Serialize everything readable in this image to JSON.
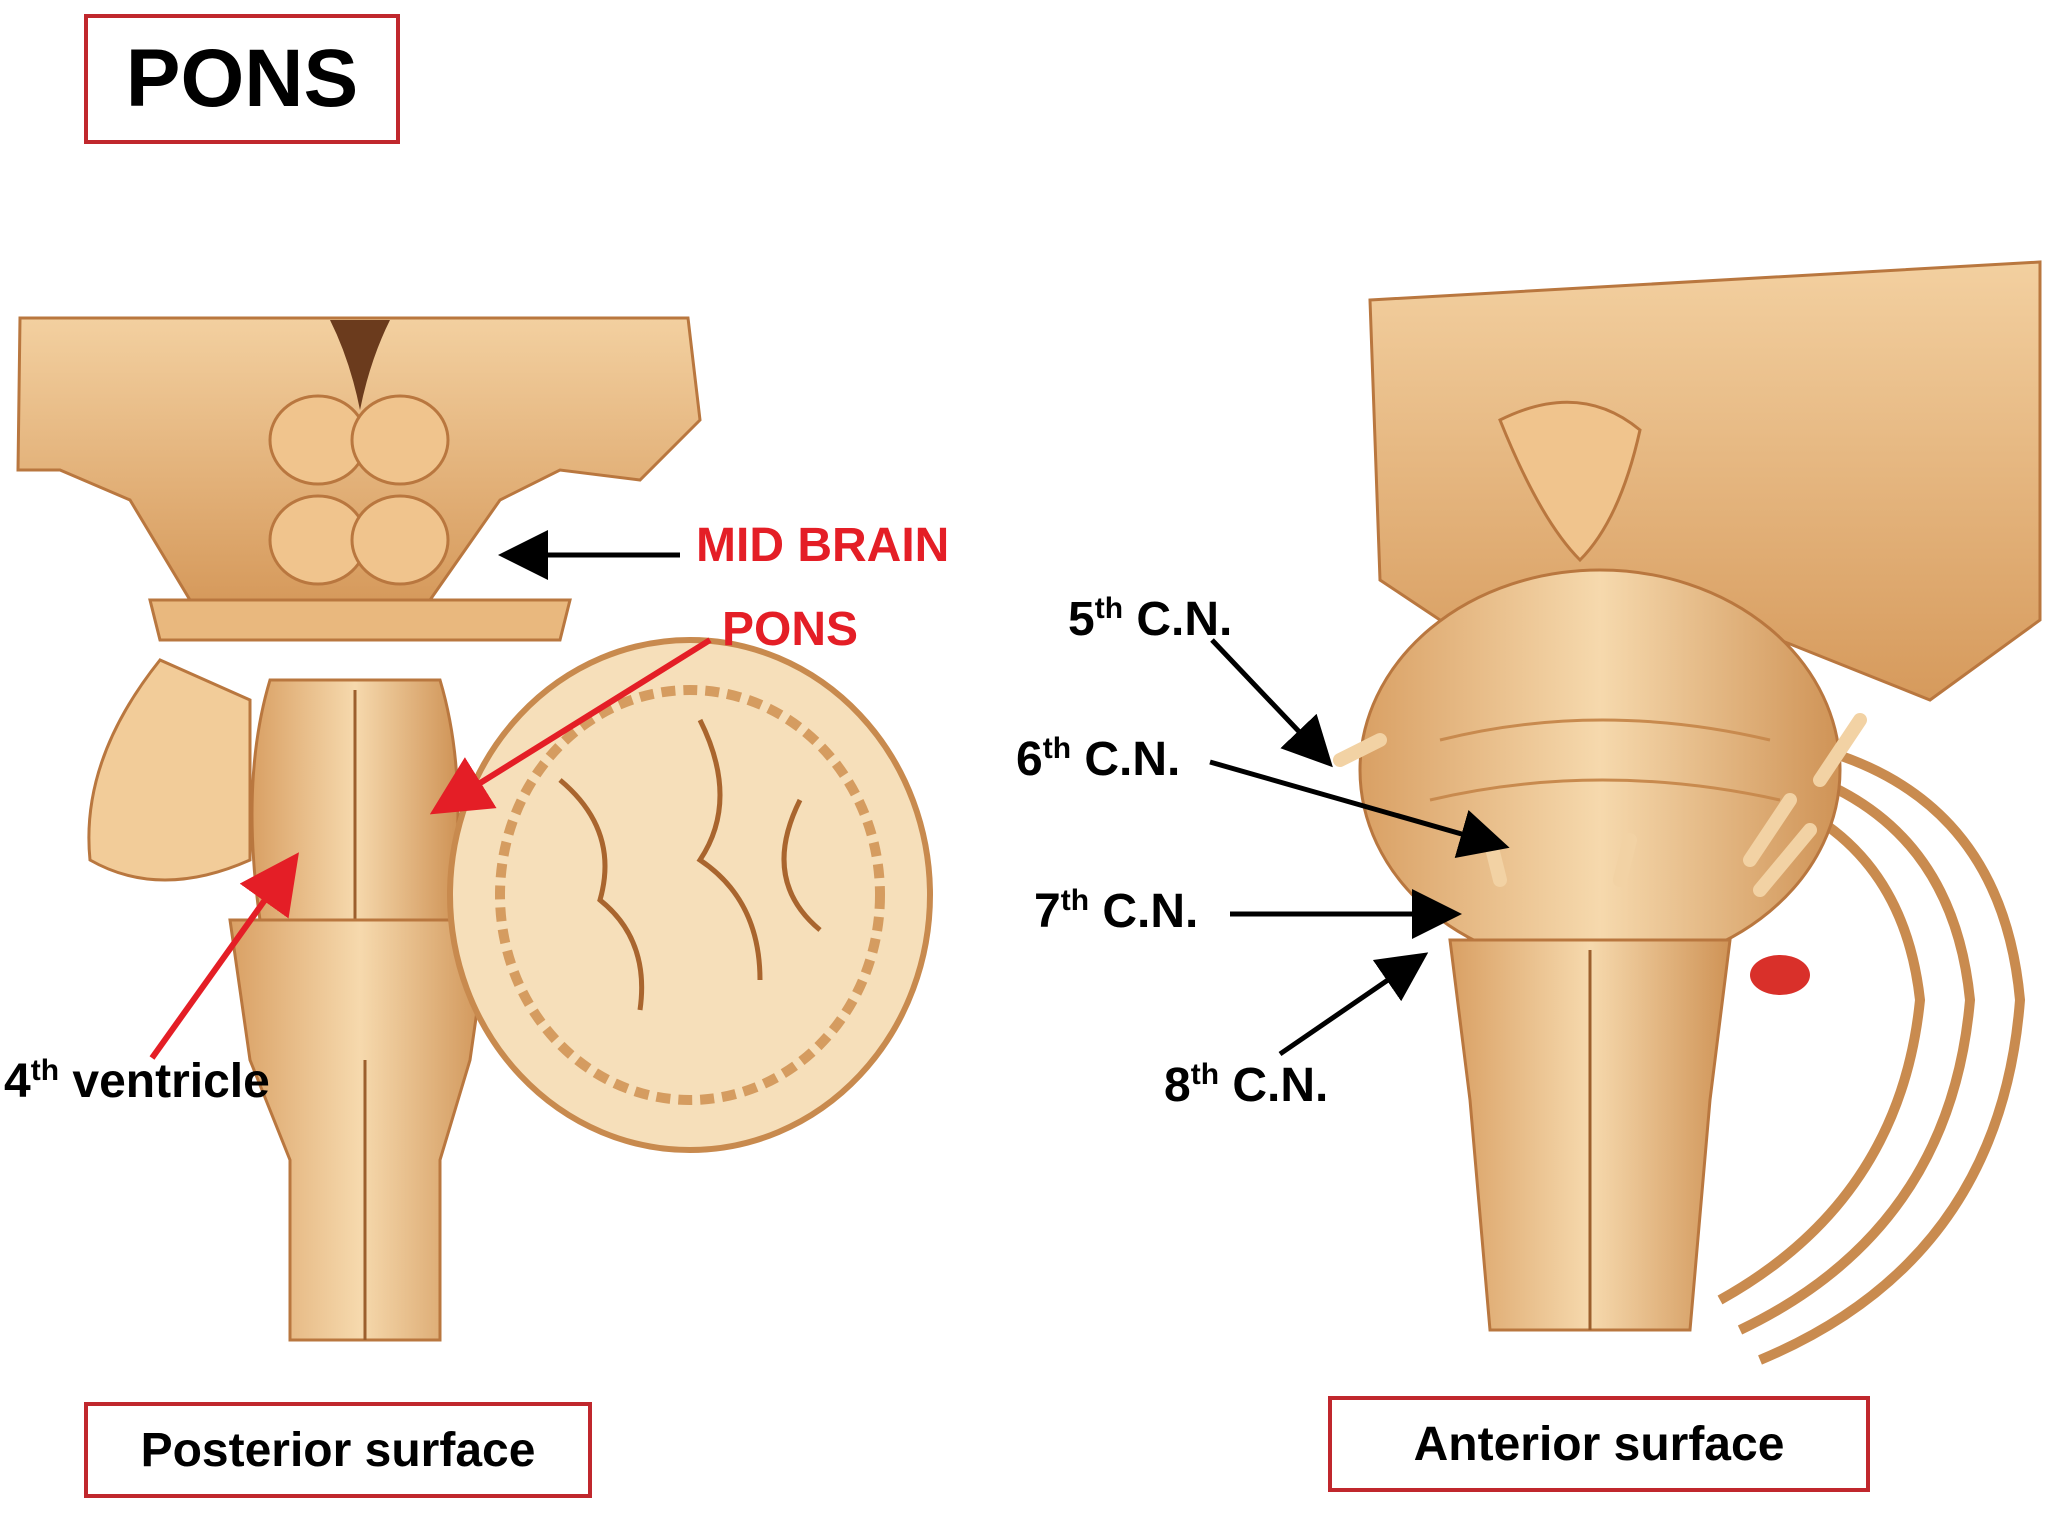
{
  "title": "PONS",
  "panels": {
    "posterior": {
      "caption": "Posterior surface"
    },
    "anterior": {
      "caption": "Anterior surface"
    }
  },
  "labels": {
    "mid_brain": "MID BRAIN",
    "pons": "PONS",
    "ventricle_num": "4",
    "ventricle_sup": "th",
    "ventricle_text": " ventricle",
    "cn5_num": "5",
    "cn5_sup": "th",
    "cn5_text": " C.N.",
    "cn6_num": "6",
    "cn6_sup": "th",
    "cn6_text": " C.N.",
    "cn7_num": "7",
    "cn7_sup": "th",
    "cn7_text": " C.N.",
    "cn8_num": "8",
    "cn8_sup": "th",
    "cn8_text": " C.N."
  },
  "colors": {
    "frame": "#c0272d",
    "red_label": "#e41e26",
    "tissue_light": "#f4d4a6",
    "tissue_mid": "#e3ae72",
    "tissue_dark": "#b9773f"
  }
}
